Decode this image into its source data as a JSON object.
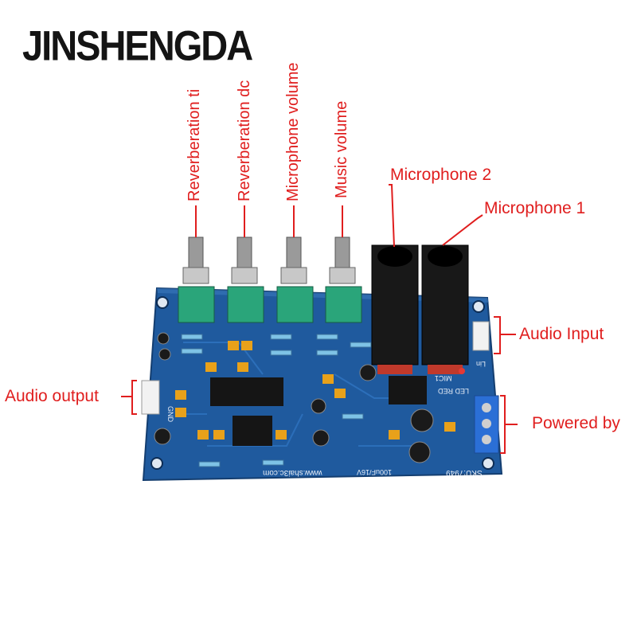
{
  "brand": "JINSHENGDA",
  "labels": {
    "reverb_time": "Reverberation ti",
    "reverb_depth": "Reverberation dc",
    "mic_volume": "Microphone volume",
    "music_volume": "Music volume",
    "mic2": "Microphone 2",
    "mic1": "Microphone 1",
    "audio_input": "Audio Input",
    "audio_output": "Audio output",
    "powered_by": "Powered by"
  },
  "board_text": {
    "website": "www.shai3c.com",
    "sku": "SKU:7949",
    "cap": "100uF/16V",
    "gnd": "GND",
    "led": "LED RED",
    "lin": "Lin",
    "mic_in": "MIC1"
  },
  "colors": {
    "label": "#e01e1e",
    "board": "#1f5a9e",
    "pot_body": "#2aa57a",
    "jack": "#181818"
  }
}
